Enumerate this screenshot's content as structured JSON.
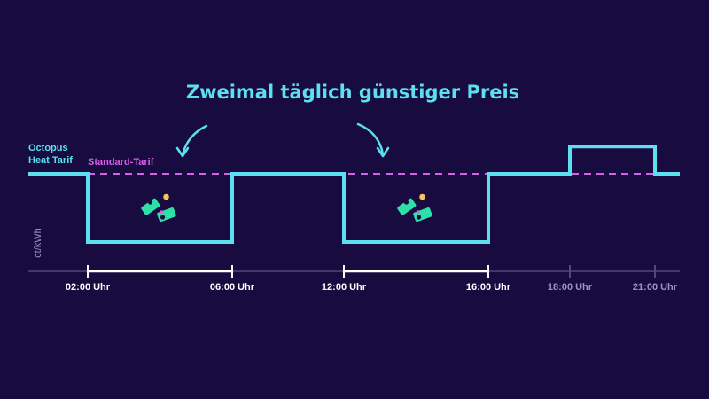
{
  "colors": {
    "background": "#170b40",
    "heat_tariff": "#5ce0f0",
    "standard_tariff": "#d760e8",
    "axis": "#4e4a7a",
    "bracket": "#ffffff",
    "money_green": "#2ee0a8",
    "coin": "#f6c35a",
    "tick_label": "#ffffff",
    "tick_label_dim": "#9a95c2"
  },
  "chart_data": {
    "type": "line",
    "title": "Zweimal täglich günstiger Preis",
    "ylabel": "ct/kWh",
    "xlabel": "",
    "grid": false,
    "series": [
      {
        "name": "Octopus Heat Tarif",
        "color": "#5ce0f0",
        "shape": "step",
        "points": [
          {
            "x": "00:00",
            "y": 1.0
          },
          {
            "x": "02:00",
            "y": 1.0
          },
          {
            "x": "02:00",
            "y": 0.0
          },
          {
            "x": "06:00",
            "y": 0.0
          },
          {
            "x": "06:00",
            "y": 1.0
          },
          {
            "x": "12:00",
            "y": 1.0
          },
          {
            "x": "12:00",
            "y": 0.0
          },
          {
            "x": "16:00",
            "y": 0.0
          },
          {
            "x": "16:00",
            "y": 1.0
          },
          {
            "x": "18:00",
            "y": 1.0
          },
          {
            "x": "18:00",
            "y": 1.4
          },
          {
            "x": "21:00",
            "y": 1.4
          },
          {
            "x": "21:00",
            "y": 1.0
          },
          {
            "x": "21:40",
            "y": 1.0
          }
        ]
      },
      {
        "name": "Standard-Tarif",
        "color": "#d760e8",
        "dashed": true,
        "points": [
          {
            "x": "01:20",
            "y": 1.0
          },
          {
            "x": "21:40",
            "y": 1.0
          }
        ]
      }
    ],
    "ticks": [
      {
        "x": "02:00",
        "label": "02:00 Uhr",
        "dim": false
      },
      {
        "x": "06:00",
        "label": "06:00 Uhr",
        "dim": false
      },
      {
        "x": "12:00",
        "label": "12:00 Uhr",
        "dim": false
      },
      {
        "x": "16:00",
        "label": "16:00 Uhr",
        "dim": false
      },
      {
        "x": "18:00",
        "label": "18:00 Uhr",
        "dim": true
      },
      {
        "x": "21:00",
        "label": "21:00 Uhr",
        "dim": true
      }
    ],
    "highlighted_ranges": [
      {
        "from": "02:00",
        "to": "06:00"
      },
      {
        "from": "12:00",
        "to": "16:00"
      }
    ],
    "series_labels": {
      "heat": [
        "Octopus",
        "Heat Tarif"
      ],
      "standard": "Standard-Tarif"
    },
    "decorations": {
      "money_icon": "money-bills-icon",
      "arrow_icon": "curved-arrow-icon"
    }
  }
}
